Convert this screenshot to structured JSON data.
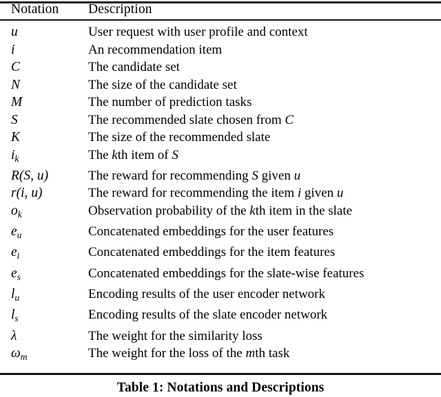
{
  "table": {
    "columns": [
      "Notation",
      "Description"
    ],
    "rows": [
      {
        "notation": "u",
        "notation_sub": "",
        "description_parts": [
          {
            "t": "User request with user profile and context",
            "i": false
          }
        ]
      },
      {
        "notation": "i",
        "notation_sub": "",
        "description_parts": [
          {
            "t": "An recommendation item",
            "i": false
          }
        ]
      },
      {
        "notation": "C",
        "notation_sub": "",
        "description_parts": [
          {
            "t": "The candidate set",
            "i": false
          }
        ]
      },
      {
        "notation": "N",
        "notation_sub": "",
        "description_parts": [
          {
            "t": "The size of the candidate set",
            "i": false
          }
        ]
      },
      {
        "notation": "M",
        "notation_sub": "",
        "description_parts": [
          {
            "t": "The number of prediction tasks",
            "i": false
          }
        ]
      },
      {
        "notation": "S",
        "notation_sub": "",
        "description_parts": [
          {
            "t": "The recommended slate chosen from ",
            "i": false
          },
          {
            "t": "C",
            "i": true
          }
        ]
      },
      {
        "notation": "K",
        "notation_sub": "",
        "description_parts": [
          {
            "t": "The size of the recommended slate",
            "i": false
          }
        ]
      },
      {
        "notation": "i",
        "notation_sub": "k",
        "description_parts": [
          {
            "t": "The ",
            "i": false
          },
          {
            "t": "k",
            "i": true
          },
          {
            "t": "th item of ",
            "i": false
          },
          {
            "t": "S",
            "i": true
          }
        ]
      },
      {
        "notation": "R(S, u)",
        "notation_sub": "",
        "description_parts": [
          {
            "t": "The reward for recommending ",
            "i": false
          },
          {
            "t": "S",
            "i": true
          },
          {
            "t": " given ",
            "i": false
          },
          {
            "t": "u",
            "i": true
          }
        ]
      },
      {
        "notation": "r(i, u)",
        "notation_sub": "",
        "description_parts": [
          {
            "t": "The reward for recommending the item ",
            "i": false
          },
          {
            "t": "i",
            "i": true
          },
          {
            "t": " given ",
            "i": false
          },
          {
            "t": "u",
            "i": true
          }
        ]
      },
      {
        "notation": "o",
        "notation_sub": "k",
        "description_parts": [
          {
            "t": "Observation probability of the ",
            "i": false
          },
          {
            "t": "k",
            "i": true
          },
          {
            "t": "th item in the slate",
            "i": false
          }
        ]
      },
      {
        "notation": "e",
        "notation_sub": "u",
        "description_parts": [
          {
            "t": "Concatenated embeddings for the user features",
            "i": false
          }
        ]
      },
      {
        "notation": "e",
        "notation_sub": "i",
        "description_parts": [
          {
            "t": "Concatenated embeddings for the item features",
            "i": false
          }
        ]
      },
      {
        "notation": "e",
        "notation_sub": "s",
        "description_parts": [
          {
            "t": "Concatenated embeddings for the slate-wise features",
            "i": false
          }
        ]
      },
      {
        "notation": "l",
        "notation_sub": "u",
        "description_parts": [
          {
            "t": "Encoding results of the user encoder network",
            "i": false
          }
        ]
      },
      {
        "notation": "l",
        "notation_sub": "s",
        "description_parts": [
          {
            "t": "Encoding results of the slate encoder network",
            "i": false
          }
        ]
      },
      {
        "notation": "λ",
        "notation_sub": "",
        "description_parts": [
          {
            "t": "The weight for the similarity loss",
            "i": false
          }
        ]
      },
      {
        "notation": "ω",
        "notation_sub": "m",
        "description_parts": [
          {
            "t": "The weight for the loss of the ",
            "i": false
          },
          {
            "t": "m",
            "i": true
          },
          {
            "t": "th task",
            "i": false
          }
        ]
      }
    ]
  },
  "caption": "Table 1: Notations and Descriptions",
  "colors": {
    "text": "#000000",
    "rule": "#111111",
    "background": "#ffffff"
  }
}
